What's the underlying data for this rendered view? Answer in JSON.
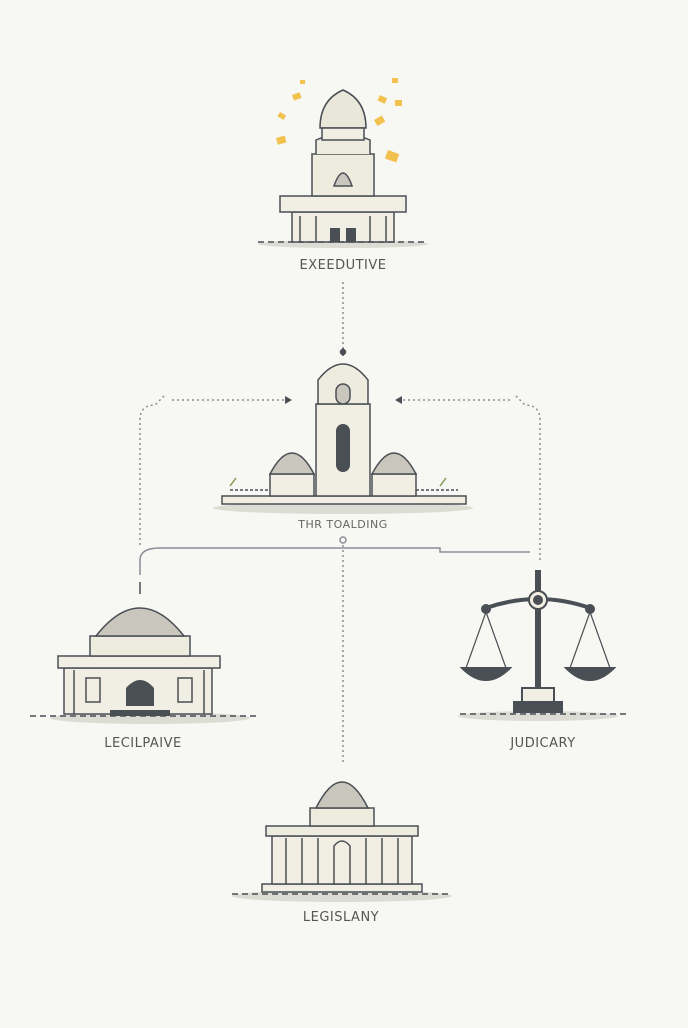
{
  "diagram": {
    "nodes": {
      "executive": {
        "label": "EXEEDUTIVE"
      },
      "center": {
        "label": "THR TOALDING"
      },
      "left": {
        "label": "LECILPAIVE"
      },
      "right": {
        "label": "JUDICARY"
      },
      "bottom": {
        "label": "LEGISLANY"
      }
    },
    "colors": {
      "ink": "#4a4f55",
      "fill": "#f1efe3",
      "dome": "#c9c7bd",
      "shadow": "#dcdcd4",
      "accent": "#f2c14e",
      "line": "#8a8f96"
    }
  }
}
